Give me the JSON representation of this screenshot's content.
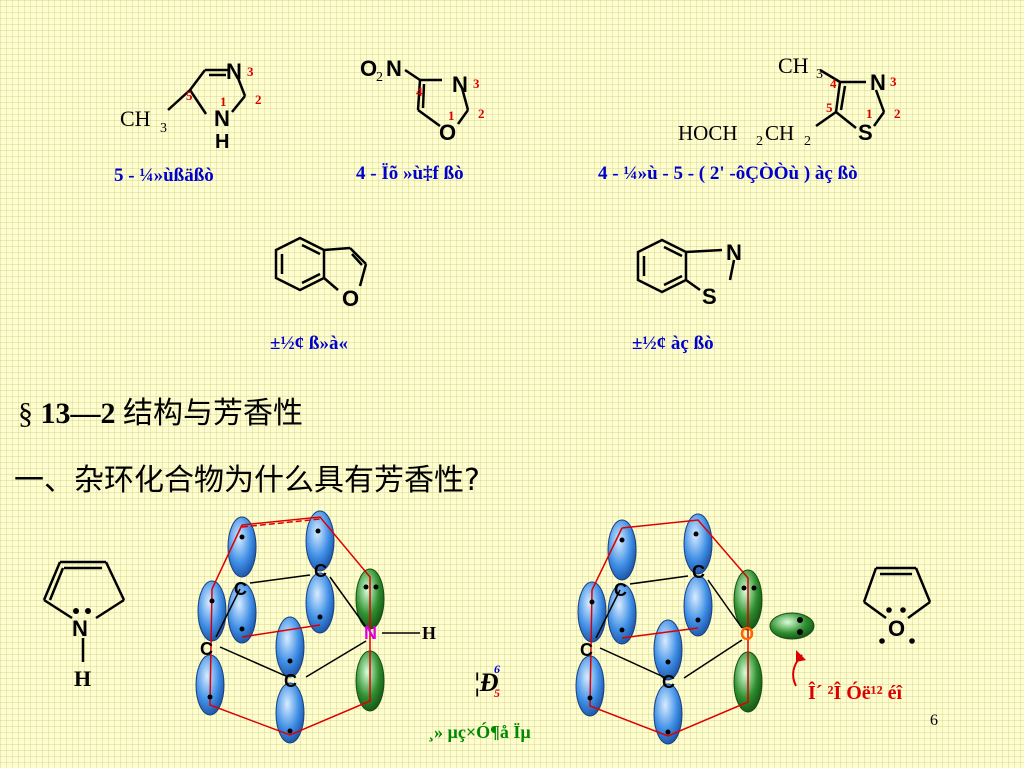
{
  "captions": {
    "c1": "5 - ¼»ùßäßò",
    "c2": "4 - Ïõ »ù‡f ßò",
    "c3": "4 - ¼»ù - 5 - ( 2' -ôÇÒÒù ) àç ßò",
    "c4": "±½¢ ß»à«",
    "c5": "±½¢ àç ßò"
  },
  "heading1": {
    "section_mark": "§",
    "number": "13—2",
    "title": "结构与芳香性"
  },
  "heading2": "一、杂环化合物为什么具有芳香性?",
  "bottom": {
    "pi_text": "¦Ð",
    "pi_sup": "6",
    "pi_sub": "5",
    "green_caption": "¸» µç×Ó¶å Ïµ",
    "red_caption": "Î´ ²Î Óë¹² éî"
  },
  "slide_number": "6",
  "atoms": {
    "N": "N",
    "O": "O",
    "S": "S",
    "H": "H",
    "C": "C",
    "CH": "CH",
    "sub3": "3",
    "sub2": "2",
    "O2N": "O",
    "HOCH": "HOCH",
    "CH2": "CH"
  },
  "ring_numbers": {
    "n1": "1",
    "n2": "2",
    "n3": "3",
    "n4": "4",
    "n5": "5"
  },
  "colors": {
    "blue_caption": "#0000cc",
    "red_number": "#dd0000",
    "orbital_blue": "#3f8fe6",
    "orbital_green": "#2f8f2f",
    "heteroatom_N": "#dd00dd",
    "heteroatom_O": "#ff6600"
  }
}
